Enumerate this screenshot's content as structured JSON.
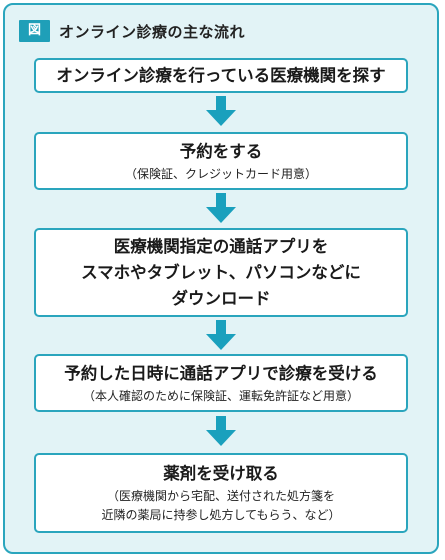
{
  "figure": {
    "label": "図",
    "title": "オンライン診療の主な流れ"
  },
  "steps": [
    {
      "title_lines": [
        "オンライン診療を行っている医療機関を探す"
      ],
      "note_lines": []
    },
    {
      "title_lines": [
        "予約をする"
      ],
      "note_lines": [
        "（保険証、クレジットカード用意）"
      ]
    },
    {
      "title_lines": [
        "医療機関指定の通話アプリを",
        "スマホやタブレット、パソコンなどに",
        "ダウンロード"
      ],
      "note_lines": []
    },
    {
      "title_lines": [
        "予約した日時に通話アプリで診療を受ける"
      ],
      "note_lines": [
        "（本人確認のために保険証、運転免許証など用意）"
      ]
    },
    {
      "title_lines": [
        "薬剤を受け取る"
      ],
      "note_lines": [
        "（医療機関から宅配、送付された処方箋を",
        "近隣の薬局に持参し処方してもらう、など）"
      ]
    }
  ],
  "colors": {
    "accent": "#2aa5bd",
    "badge": "#1f9fb8",
    "panel_background": "#e2f3f6",
    "box_background": "#ffffff",
    "arrow": "#1aa0bd"
  },
  "icons": {
    "flow_arrow": "down-arrow-icon"
  }
}
